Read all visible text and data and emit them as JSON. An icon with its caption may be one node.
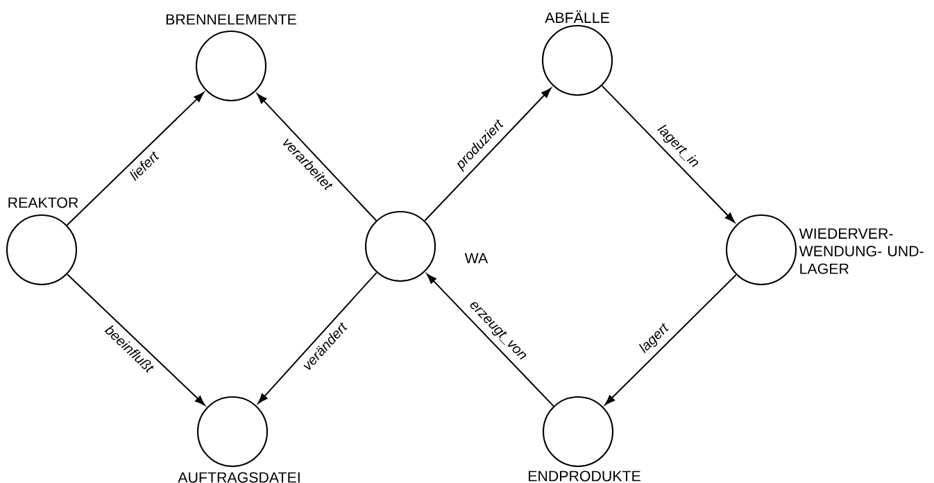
{
  "diagram": {
    "nodes": [
      {
        "text": [
          "BRENNELEMENTE"
        ]
      },
      {
        "text": [
          "ABFÄLLE"
        ]
      },
      {
        "text": [
          "REAKTOR"
        ]
      },
      {
        "text": [
          "WA"
        ]
      },
      {
        "text": [
          "WIEDERVER- WENDUNG- UND-LAGER"
        ]
      },
      {
        "text": [
          "AUFTRAGSDATEI"
        ]
      },
      {
        "text": [
          "ENDPRODUKTE"
        ]
      }
    ],
    "edges": [
      {
        "from": 2,
        "to": 0,
        "arrow": "to",
        "label": "liefert"
      },
      {
        "from": 2,
        "to": 5,
        "arrow": "to",
        "label": "beeinflußt"
      },
      {
        "from": 3,
        "to": 0,
        "arrow": "to",
        "label": "verarbeitet"
      },
      {
        "from": 3,
        "to": 5,
        "arrow": "to",
        "label": "verändert"
      },
      {
        "from": 3,
        "to": 1,
        "arrow": "to",
        "label": "produziert"
      },
      {
        "from": 1,
        "to": 4,
        "arrow": "to",
        "label": "lagert_in"
      },
      {
        "from": 4,
        "to": 6,
        "arrow": "to",
        "label": "lagert"
      },
      {
        "from": 6,
        "to": 3,
        "arrow": "to",
        "label": "erzeugt_von"
      }
    ]
  }
}
